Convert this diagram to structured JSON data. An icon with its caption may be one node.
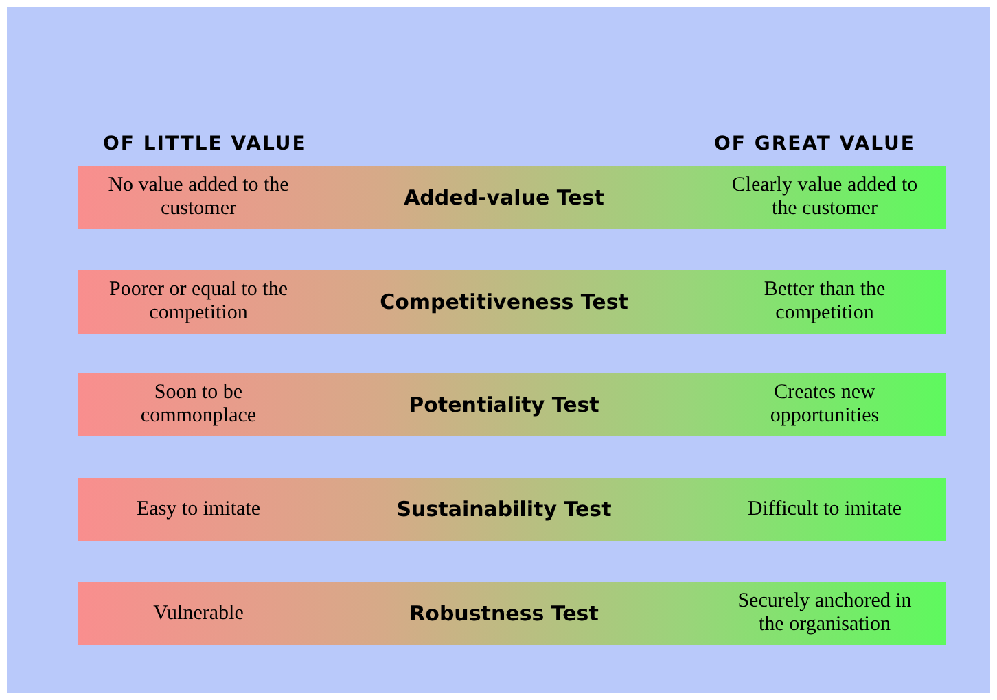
{
  "diagram": {
    "nodes": [
      {
        "text": [
          "No value added to the customer",
          "Added-value Test",
          "Clearly value added to the customer"
        ]
      },
      {
        "text": [
          "Poorer or equal to the competition",
          "Competitiveness Test",
          "Better than the competition"
        ]
      },
      {
        "text": [
          "Soon to be commonplace",
          "Potentiality Test",
          "Creates new opportunities"
        ]
      },
      {
        "text": [
          "Easy to imitate",
          "Sustainability Test",
          "Difficult to imitate"
        ]
      },
      {
        "text": [
          "Vulnerable",
          "Robustness Test",
          "Securely anchored in the organisation"
        ]
      }
    ],
    "labels": [
      "OF LITTLE VALUE",
      "OF GREAT VALUE"
    ]
  }
}
